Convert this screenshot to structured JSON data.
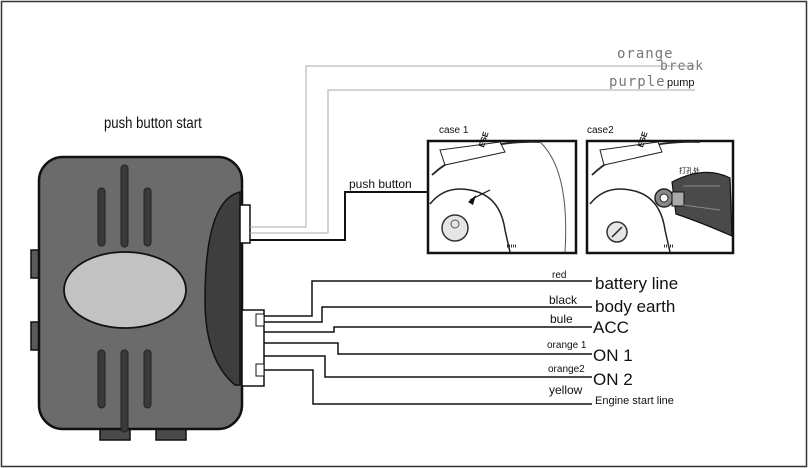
{
  "title": "push button start",
  "top_wires": [
    {
      "color": "orange",
      "function": "break"
    },
    {
      "color": "purple",
      "function": "pump"
    }
  ],
  "push_button": {
    "label": "push button"
  },
  "cases": [
    {
      "label": "case 1",
      "panel_text": "ESE"
    },
    {
      "label": "case2",
      "panel_text": "ESE",
      "drill_text": "打孔处"
    }
  ],
  "wires": [
    {
      "color": "red",
      "function": "battery line"
    },
    {
      "color": "black",
      "function": "body earth"
    },
    {
      "color": "bule",
      "function": "ACC"
    },
    {
      "color": "orange 1",
      "function": "ON 1"
    },
    {
      "color": "orange2",
      "function": "ON 2"
    },
    {
      "color": "yellow",
      "function": "Engine start line"
    }
  ]
}
